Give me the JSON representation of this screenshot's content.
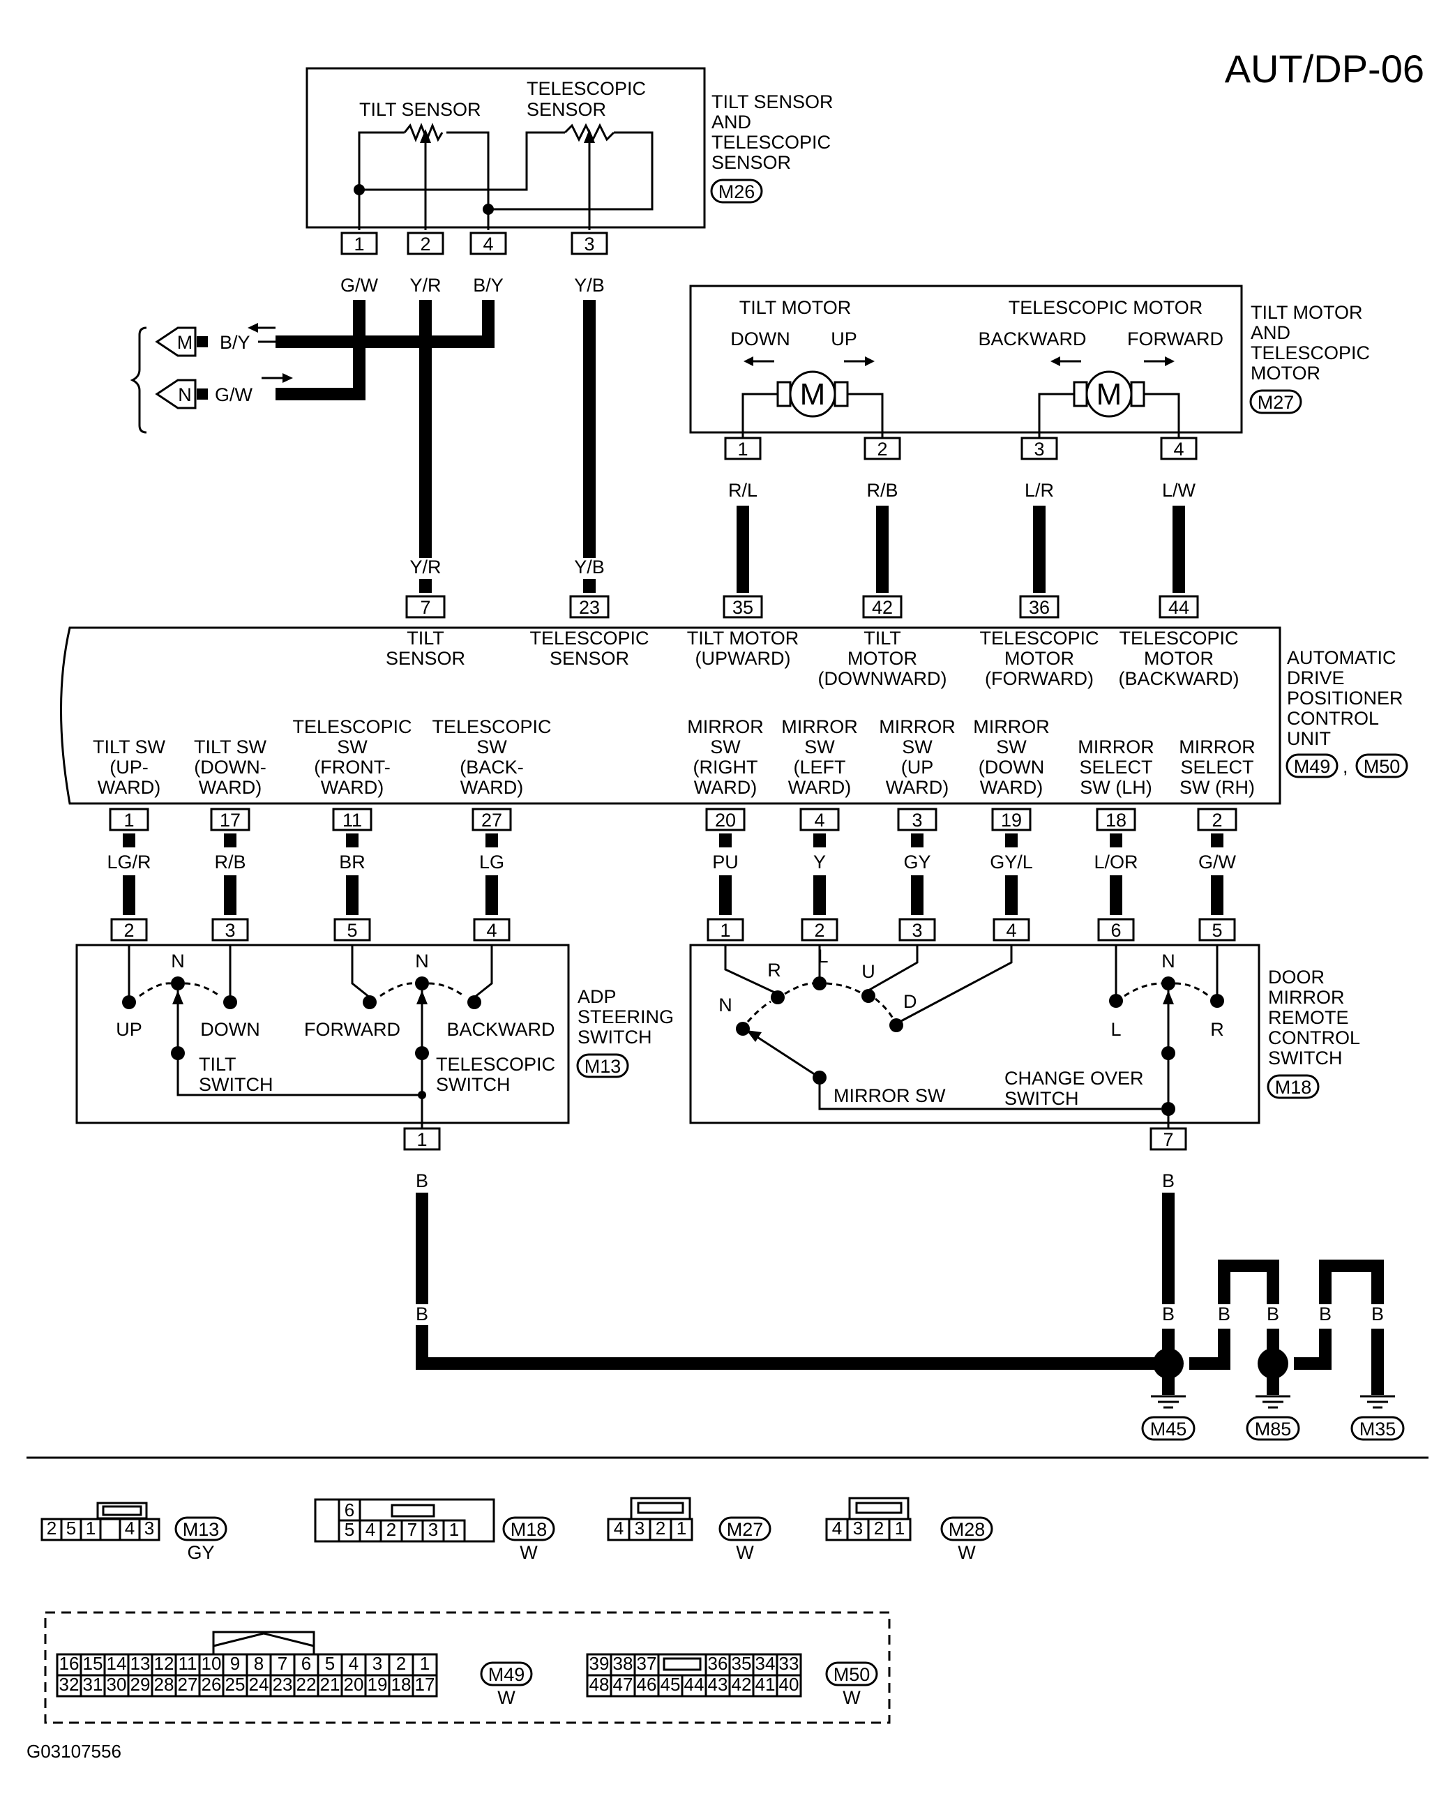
{
  "page_code": "AUT/DP-06",
  "figure_id": "G03107556",
  "sensor_unit": {
    "title": [
      "TILT SENSOR",
      "AND",
      "TELESCOPIC",
      "SENSOR"
    ],
    "connector": "M26",
    "tilt_label": "TILT SENSOR",
    "tele_label": [
      "TELESCOPIC",
      "SENSOR"
    ],
    "pins": [
      "1",
      "2",
      "4",
      "3"
    ],
    "wires": [
      "G/W",
      "Y/R",
      "B/Y",
      "Y/B"
    ]
  },
  "off_page": [
    {
      "symbol": "M",
      "wire": "B/Y"
    },
    {
      "symbol": "N",
      "wire": "G/W"
    }
  ],
  "motor_unit": {
    "title": [
      "TILT MOTOR",
      "AND",
      "TELESCOPIC",
      "MOTOR"
    ],
    "connector": "M27",
    "tilt_motor": "TILT MOTOR",
    "tele_motor": "TELESCOPIC MOTOR",
    "dir_down": "DOWN",
    "dir_up": "UP",
    "dir_back": "BACKWARD",
    "dir_fwd": "FORWARD",
    "motor_symbol": "M",
    "pins": [
      "1",
      "2",
      "3",
      "4"
    ],
    "wires": [
      "R/L",
      "R/B",
      "L/R",
      "L/W"
    ]
  },
  "control_unit": {
    "title": [
      "AUTOMATIC",
      "DRIVE",
      "POSITIONER",
      "CONTROL",
      "UNIT"
    ],
    "connectors": [
      "M49",
      "M50"
    ],
    "top_pins": [
      {
        "pin": "7",
        "wire": "Y/R",
        "label": [
          "TILT",
          "SENSOR"
        ]
      },
      {
        "pin": "23",
        "wire": "Y/B",
        "label": [
          "TELESCOPIC",
          "SENSOR"
        ]
      },
      {
        "pin": "35",
        "wire": "",
        "label": [
          "TILT MOTOR",
          "(UPWARD)"
        ]
      },
      {
        "pin": "42",
        "wire": "",
        "label": [
          "TILT",
          "MOTOR",
          "(DOWNWARD)"
        ]
      },
      {
        "pin": "36",
        "wire": "",
        "label": [
          "TELESCOPIC",
          "MOTOR",
          "(FORWARD)"
        ]
      },
      {
        "pin": "44",
        "wire": "",
        "label": [
          "TELESCOPIC",
          "MOTOR",
          "(BACKWARD)"
        ]
      }
    ],
    "bottom_pins": [
      {
        "pin": "1",
        "wire": "LG/R",
        "label": [
          "TILT SW",
          "(UP-",
          "WARD)"
        ]
      },
      {
        "pin": "17",
        "wire": "R/B",
        "label": [
          "TILT SW",
          "(DOWN-",
          "WARD)"
        ]
      },
      {
        "pin": "11",
        "wire": "BR",
        "label": [
          "TELESCOPIC",
          "SW",
          "(FRONT-",
          "WARD)"
        ]
      },
      {
        "pin": "27",
        "wire": "LG",
        "label": [
          "TELESCOPIC",
          "SW",
          "(BACK-",
          "WARD)"
        ]
      },
      {
        "pin": "20",
        "wire": "PU",
        "label": [
          "MIRROR",
          "SW",
          "(RIGHT",
          "WARD)"
        ]
      },
      {
        "pin": "4",
        "wire": "Y",
        "label": [
          "MIRROR",
          "SW",
          "(LEFT",
          "WARD)"
        ]
      },
      {
        "pin": "3",
        "wire": "GY",
        "label": [
          "MIRROR",
          "SW",
          "(UP",
          "WARD)"
        ]
      },
      {
        "pin": "19",
        "wire": "GY/L",
        "label": [
          "MIRROR",
          "SW",
          "(DOWN",
          "WARD)"
        ]
      },
      {
        "pin": "18",
        "wire": "L/OR",
        "label": [
          "MIRROR",
          "SELECT",
          "SW (LH)"
        ]
      },
      {
        "pin": "2",
        "wire": "G/W",
        "label": [
          "MIRROR",
          "SELECT",
          "SW (RH)"
        ]
      }
    ]
  },
  "adp_switch": {
    "title": [
      "ADP",
      "STEERING",
      "SWITCH"
    ],
    "connector": "M13",
    "pins": [
      "2",
      "3",
      "5",
      "4",
      "1"
    ],
    "up": "UP",
    "down": "DOWN",
    "forward": "FORWARD",
    "backward": "BACKWARD",
    "neutral": "N",
    "tilt_switch": [
      "TILT",
      "SWITCH"
    ],
    "tele_switch": [
      "TELESCOPIC",
      "SWITCH"
    ],
    "ground_wire": "B"
  },
  "mirror_switch": {
    "title": [
      "DOOR",
      "MIRROR",
      "REMOTE",
      "CONTROL",
      "SWITCH"
    ],
    "connector": "M18",
    "pins": [
      "1",
      "2",
      "3",
      "4",
      "6",
      "5",
      "7"
    ],
    "r": "R",
    "l": "L",
    "u": "U",
    "d": "D",
    "n": "N",
    "mirror_sw": "MIRROR SW",
    "changeover": [
      "CHANGE OVER",
      "SWITCH"
    ],
    "ground_wire": "B"
  },
  "grounds": {
    "wire": "B",
    "points": [
      "M45",
      "M85",
      "M35"
    ]
  },
  "connector_views": {
    "m13": {
      "id": "M13",
      "color": "GY",
      "cells": [
        "2",
        "5",
        "1",
        "",
        "4",
        "3"
      ]
    },
    "m18": {
      "id": "M18",
      "color": "W",
      "top": [
        "6"
      ],
      "bottom": [
        "5",
        "4",
        "2",
        "7",
        "3",
        "1"
      ]
    },
    "m27": {
      "id": "M27",
      "color": "W",
      "cells": [
        "4",
        "3",
        "2",
        "1"
      ]
    },
    "m28": {
      "id": "M28",
      "color": "W",
      "cells": [
        "4",
        "3",
        "2",
        "1"
      ]
    },
    "m49": {
      "id": "M49",
      "color": "W",
      "top": [
        "16",
        "15",
        "14",
        "13",
        "12",
        "11",
        "10",
        "9",
        "8",
        "7",
        "6",
        "5",
        "4",
        "3",
        "2",
        "1"
      ],
      "bottom": [
        "32",
        "31",
        "30",
        "29",
        "28",
        "27",
        "26",
        "25",
        "24",
        "23",
        "22",
        "21",
        "20",
        "19",
        "18",
        "17"
      ]
    },
    "m50": {
      "id": "M50",
      "color": "W",
      "top": [
        "39",
        "38",
        "37",
        "",
        "36",
        "35",
        "34",
        "33"
      ],
      "bottom": [
        "48",
        "47",
        "46",
        "45",
        "44",
        "43",
        "42",
        "41",
        "40"
      ]
    }
  }
}
